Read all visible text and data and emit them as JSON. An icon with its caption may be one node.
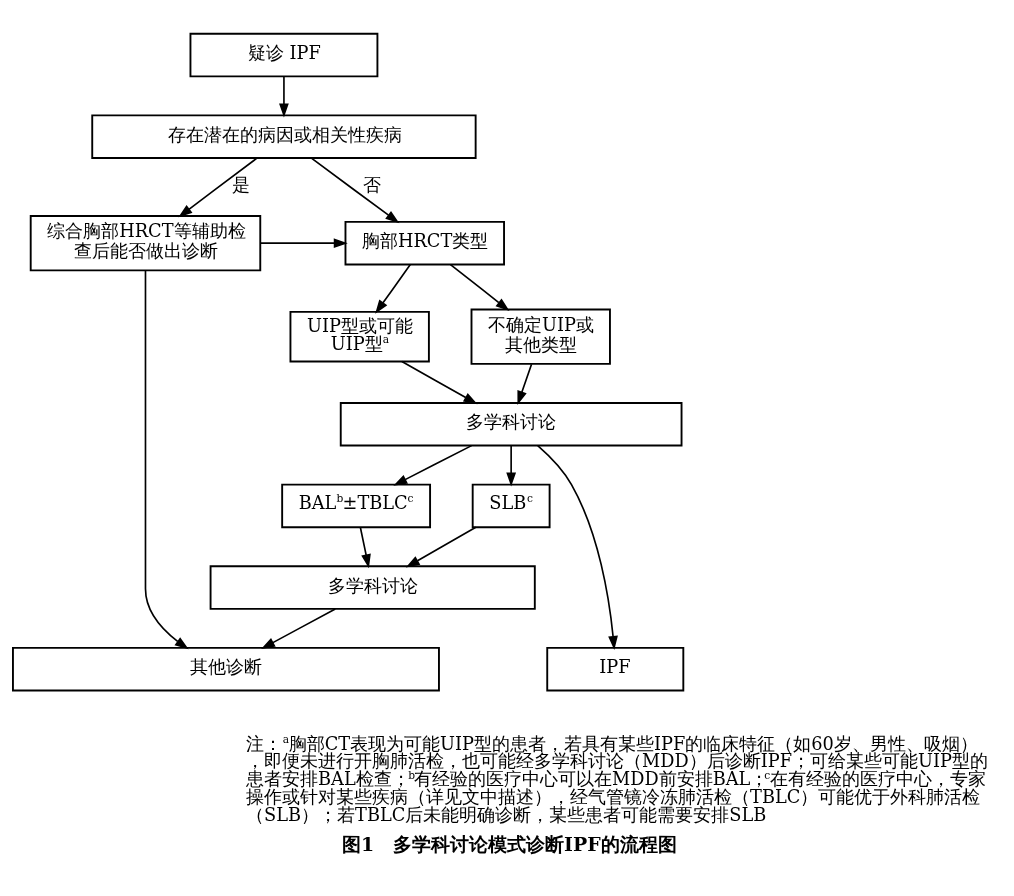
{
  "diagram": {
    "caption": "图1　多学科讨论模式诊断IPF的流程图",
    "nodes": [
      {
        "text": [
          "疑诊 IPF"
        ]
      },
      {
        "text": [
          "存在潜在的病因或相关性疾病"
        ]
      },
      {
        "text": [
          "胸部HRCT类型"
        ]
      },
      {
        "text": [
          "综合胸部HRCT等辅助检查后能否做出诊断"
        ]
      },
      {
        "text": [
          "UIP型或可能UIP型$^{a}$"
        ]
      },
      {
        "text": [
          "不确定UIP或其他类型"
        ]
      },
      {
        "text": [
          "多学科讨论"
        ]
      },
      {
        "text": [
          "BAL$^{b}$±TBLC$^{c}$"
        ]
      },
      {
        "text": [
          "SLB$^{c}$"
        ]
      },
      {
        "text": [
          "多学科讨论"
        ]
      },
      {
        "text": [
          "IPF"
        ]
      },
      {
        "text": [
          "其他诊断"
        ]
      }
    ],
    "edges": [
      {
        "from": 0,
        "to": 1,
        "arrow": "to"
      },
      {
        "from": 1,
        "to": 2,
        "arrow": "to",
        "label": "否"
      },
      {
        "from": 1,
        "to": 3,
        "arrow": "to",
        "label": "是"
      },
      {
        "from": 3,
        "to": 2,
        "arrow": "to"
      },
      {
        "from": 2,
        "to": 4,
        "arrow": "to"
      },
      {
        "from": 2,
        "to": 5,
        "arrow": "to"
      },
      {
        "from": 4,
        "to": 6,
        "arrow": "to"
      },
      {
        "from": 5,
        "to": 6,
        "arrow": "to"
      },
      {
        "from": 6,
        "to": 10,
        "arrow": "to"
      },
      {
        "from": 6,
        "to": 7,
        "arrow": "to"
      },
      {
        "from": 6,
        "to": 8,
        "arrow": "to"
      },
      {
        "from": 7,
        "to": 9,
        "arrow": "to"
      },
      {
        "from": 8,
        "to": 9,
        "arrow": "to"
      },
      {
        "from": 9,
        "to": 11,
        "arrow": "to"
      },
      {
        "from": 3,
        "to": 11,
        "arrow": "to"
      }
    ],
    "labels": [
      "注：$^{a}$胸部CT表现为可能UIP型的患者，若具有某些IPF的临床特征（如60岁、男性、吸烟），即便未进行开胸肺活检，也可能经多学科讨论（MDD）后诊断IPF；可给某些可能UIP型的患者安排BAL检查；$^{b}$有经验的医疗中心可以在MDD前安排BAL；$^{c}$在有经验的医疗中心，专家操作或针对某些疾病（详见文中描述），经气管镜冷冻肺活检（TBLC）可能优于外科肺活检（SLB）；若TBLC后未能明确诊断，某些患者可能需要安排SLB"
    ]
  }
}
